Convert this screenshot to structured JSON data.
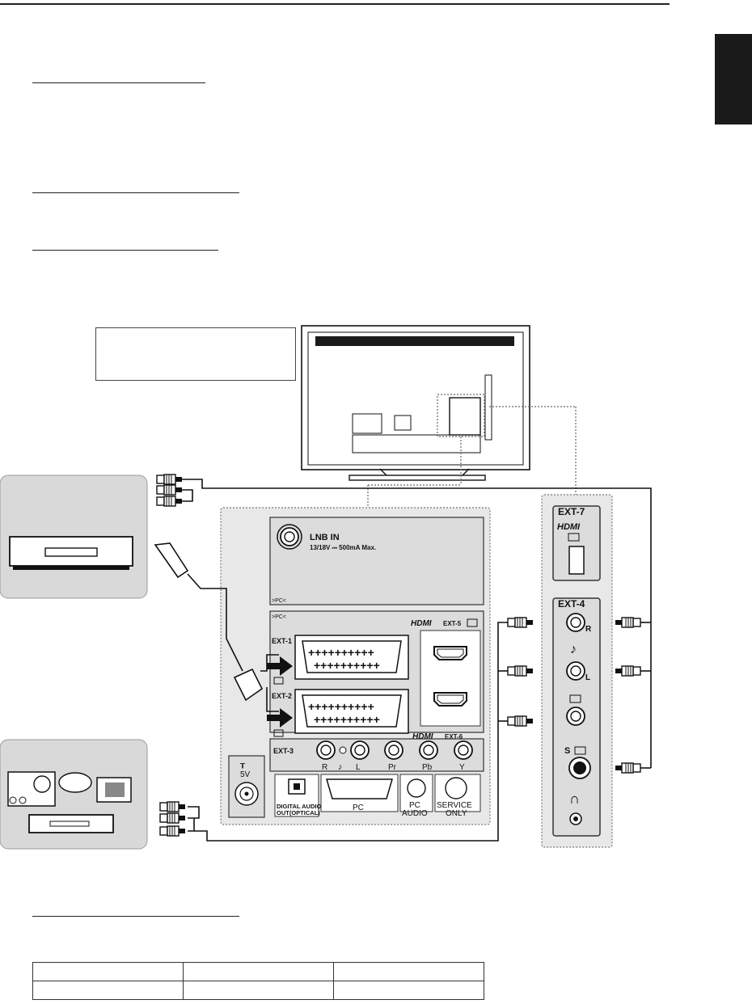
{
  "colors": {
    "ink": "#111111",
    "panel": "#e8e8e8",
    "device_bg": "#d9d9d9",
    "side_tab": "#1a1a1a"
  },
  "labels": {
    "lnb_in": "LNB IN",
    "lnb_spec": "13/18V ⎓ 500mA Max.",
    "pc_marker": ">PC<",
    "hdmi_logo": "HDMI",
    "ext1": "EXT-1",
    "ext2": "EXT-2",
    "ext3": "EXT-3",
    "ext4": "EXT-4",
    "ext5": "EXT-5",
    "ext6": "EXT-6",
    "ext7": "EXT-7",
    "ext3_ports": [
      "R",
      "L",
      "Pr",
      "Pb",
      "Y"
    ],
    "audio_r": "R",
    "audio_l": "L",
    "s_video": "S",
    "antenna_voltage": "5V",
    "digital_audio": "DIGITAL AUDIO",
    "digital_audio_2": "OUT(OPTICAL)",
    "pc": "PC",
    "pc_audio_1": "PC",
    "pc_audio_2": "AUDIO",
    "service_1": "SERVICE",
    "service_2": "ONLY"
  },
  "icons": [
    "input-arrow-icon",
    "music-note-icon",
    "headphone-icon",
    "antenna-icon",
    "scart-plug-icon",
    "rca-plug-icon"
  ],
  "table": {
    "rows": 2,
    "cols": 3
  }
}
